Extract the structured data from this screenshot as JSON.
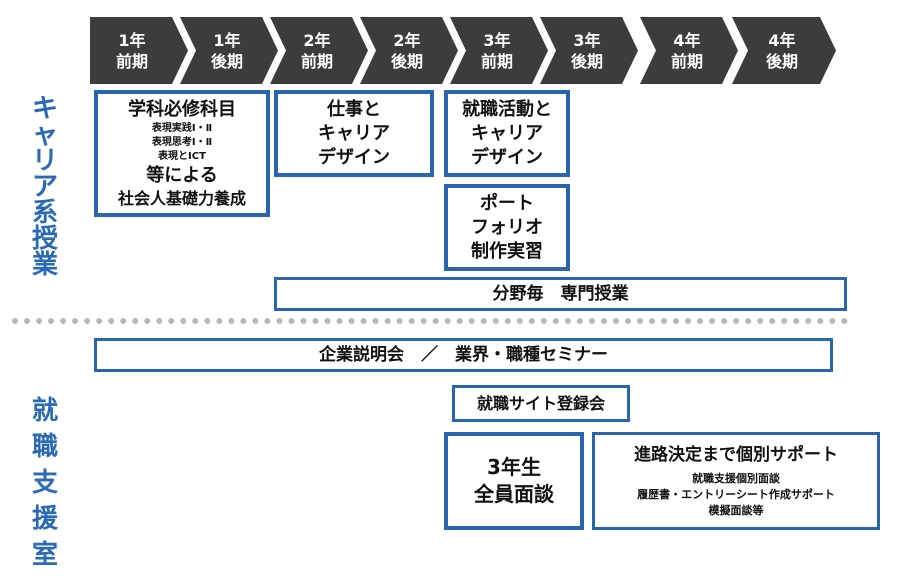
{
  "timeline": {
    "steps": [
      {
        "year": "1年",
        "term": "前期"
      },
      {
        "year": "1年",
        "term": "後期"
      },
      {
        "year": "2年",
        "term": "前期"
      },
      {
        "year": "2年",
        "term": "後期"
      },
      {
        "year": "3年",
        "term": "前期"
      },
      {
        "year": "3年",
        "term": "後期"
      },
      {
        "year": "4年",
        "term": "前期"
      },
      {
        "year": "4年",
        "term": "後期"
      }
    ],
    "color": "#3c3c3c"
  },
  "sections": {
    "career": {
      "chars": [
        "キ",
        "ャ",
        "リ",
        "ア",
        "系",
        "授",
        "業"
      ]
    },
    "support": {
      "chars": [
        "就",
        "職",
        "支",
        "援",
        "室"
      ]
    }
  },
  "boxes": {
    "required": {
      "title": "学科必修科目",
      "subjects": [
        "表現実践Ⅰ・Ⅱ",
        "表現思考Ⅰ・Ⅱ",
        "表現とICT"
      ],
      "tail1": "等による",
      "tail2": "社会人基礎力養成"
    },
    "work_career": {
      "lines": [
        "仕事と",
        "キャリア",
        "デザイン"
      ]
    },
    "job_career": {
      "lines": [
        "就職活動と",
        "キャリア",
        "デザイン"
      ]
    },
    "portfolio": {
      "lines": [
        "ポート",
        "フォリオ",
        "制作実習"
      ]
    },
    "major": {
      "label": "分野毎　専門授業"
    },
    "seminar": {
      "label": "企業説明会　／　業界・職種セミナー"
    },
    "site": {
      "label": "就職サイト登録会"
    },
    "interview": {
      "lines": [
        "3年生",
        "全員面談"
      ]
    },
    "individual": {
      "title": "進路決定まで個別サポート",
      "items": [
        "就職支援個別面談",
        "履歴書・エントリーシート作成サポート",
        "模擬面談等"
      ]
    }
  },
  "colors": {
    "accent": "#2a66b0",
    "label": "#2a6ab5",
    "divider": "#b8b8b8"
  }
}
